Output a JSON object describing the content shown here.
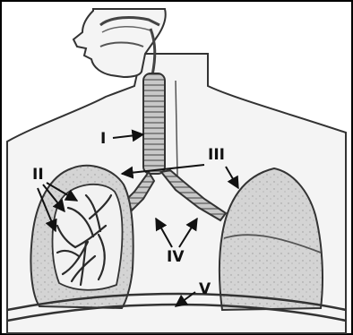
{
  "diagram": {
    "labels": [
      {
        "id": "I",
        "text": "I"
      },
      {
        "id": "II",
        "text": "II"
      },
      {
        "id": "III",
        "text": "III"
      },
      {
        "id": "IV",
        "text": "IV"
      },
      {
        "id": "V",
        "text": "V"
      }
    ],
    "colors": {
      "skin": "#f3f3f3",
      "lung": "#d2d2d2",
      "lung_dark": "#b9b9b9",
      "airway": "#c6c6c6",
      "ink": "#222222",
      "frame": "#000000"
    }
  }
}
